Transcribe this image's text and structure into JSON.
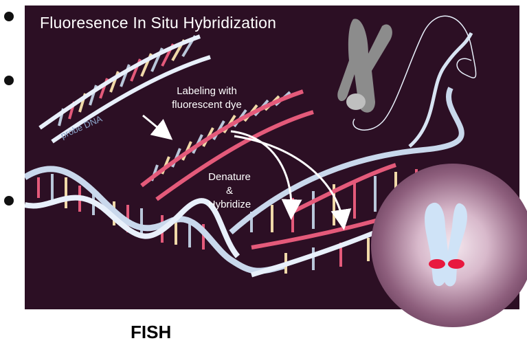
{
  "bullets": [
    "",
    "",
    ""
  ],
  "figure": {
    "title": "Fluoresence In Situ Hybridization",
    "probe_label": "probe DNA",
    "labeling_line1": "Labeling with",
    "labeling_line2": "fluorescent dye",
    "denature": "Denature",
    "amp": "&",
    "hybridize": "Hybridize"
  },
  "caption": "FISH",
  "colors": {
    "background": "#2c0f24",
    "probe_strand": "#e8f0fb",
    "labeled_strand": "#e45a7a",
    "target_strand": "#c9d8ec",
    "chromosome": "#8c8c8c",
    "zoom_chromosome": "#cfe3f7",
    "signal": "#e8193f"
  },
  "icons": [
    "dna-helix-icon",
    "chromosome-icon",
    "arrow-icon"
  ]
}
